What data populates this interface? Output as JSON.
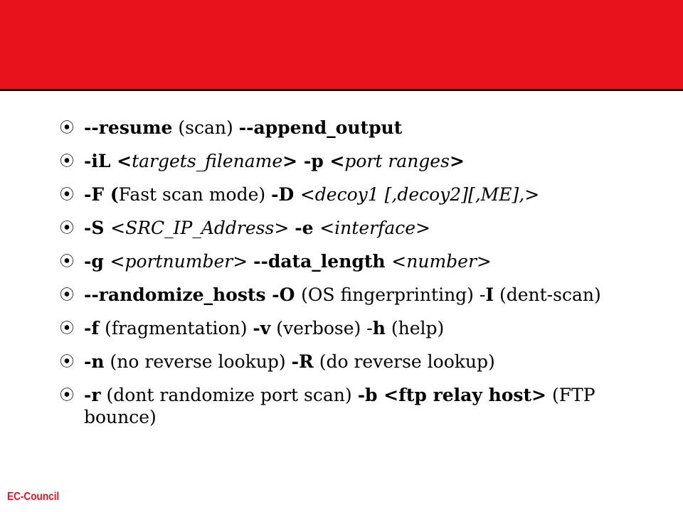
{
  "slide": {
    "title_bar_color": "#e8121c",
    "bullet_icon": "circled-dot-icon",
    "items": [
      [
        {
          "t": "--resume",
          "s": "b"
        },
        {
          "t": " (scan) ",
          "s": ""
        },
        {
          "t": "--append_output",
          "s": "b"
        }
      ],
      [
        {
          "t": "-iL ",
          "s": "b"
        },
        {
          "t": "<",
          "s": "b"
        },
        {
          "t": "targets_filename",
          "s": "i"
        },
        {
          "t": "> -p <",
          "s": "b"
        },
        {
          "t": "port ranges",
          "s": "i"
        },
        {
          "t": ">",
          "s": "b"
        }
      ],
      [
        {
          "t": "-F (",
          "s": "b"
        },
        {
          "t": "Fast scan mode) ",
          "s": ""
        },
        {
          "t": "-D ",
          "s": "b"
        },
        {
          "t": "<decoy1 [,decoy2][,ME],>",
          "s": "i"
        }
      ],
      [
        {
          "t": "-S ",
          "s": "b"
        },
        {
          "t": "<SRC_IP_Address> ",
          "s": "i"
        },
        {
          "t": "-e ",
          "s": "b"
        },
        {
          "t": "<interface>",
          "s": "i"
        }
      ],
      [
        {
          "t": "-g ",
          "s": "b"
        },
        {
          "t": "<portnumber> ",
          "s": "i"
        },
        {
          "t": "--data_length ",
          "s": "b"
        },
        {
          "t": "<number>",
          "s": "i"
        }
      ],
      [
        {
          "t": "--randomize_hosts -O ",
          "s": "b"
        },
        {
          "t": "(OS fingerprinting) -",
          "s": ""
        },
        {
          "t": "I",
          "s": "b"
        },
        {
          "t": " (dent-scan)",
          "s": ""
        }
      ],
      [
        {
          "t": "-f",
          "s": "b"
        },
        {
          "t": " (fragmentation) ",
          "s": ""
        },
        {
          "t": "-v",
          "s": "b"
        },
        {
          "t": " (verbose) -",
          "s": ""
        },
        {
          "t": "h",
          "s": "b"
        },
        {
          "t": " (help)",
          "s": ""
        }
      ],
      [
        {
          "t": "-n",
          "s": "b"
        },
        {
          "t": " (no reverse lookup) ",
          "s": ""
        },
        {
          "t": "-R",
          "s": "b"
        },
        {
          "t": " (do reverse lookup)",
          "s": ""
        }
      ],
      [
        {
          "t": "-r",
          "s": "b"
        },
        {
          "t": " (dont randomize port scan) ",
          "s": ""
        },
        {
          "t": "-b <ftp relay host>",
          "s": "b"
        },
        {
          "t": " (FTP bounce)",
          "s": ""
        }
      ]
    ]
  },
  "footer": {
    "brand": "EC-Council",
    "color": "#e8121c"
  }
}
